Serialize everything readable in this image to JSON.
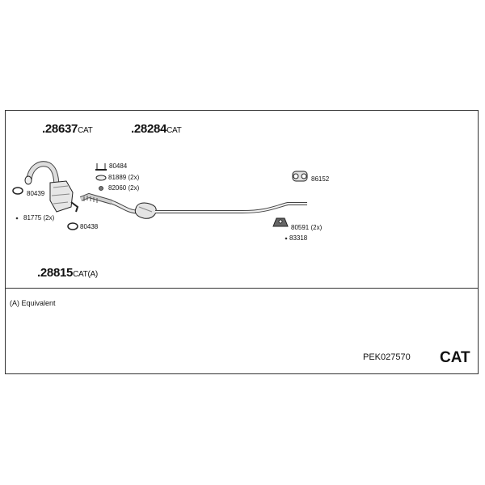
{
  "assembly_codes": [
    {
      "code": ".28637",
      "suffix": "CAT"
    },
    {
      "code": ".28284",
      "suffix": "CAT"
    },
    {
      "code": ".28815",
      "suffix": "CAT(A)"
    }
  ],
  "parts": {
    "p80439": "80439",
    "p81775": "81775 (2x)",
    "p80438": "80438",
    "p80484": "80484",
    "p81889": "81889 (2x)",
    "p82060": "82060 (2x)",
    "p86152": "86152",
    "p80591": "80591 (2x)",
    "p83318": "83318"
  },
  "legend": "(A) Equivalent",
  "footer": {
    "ref": "PEK027570",
    "type": "CAT"
  }
}
